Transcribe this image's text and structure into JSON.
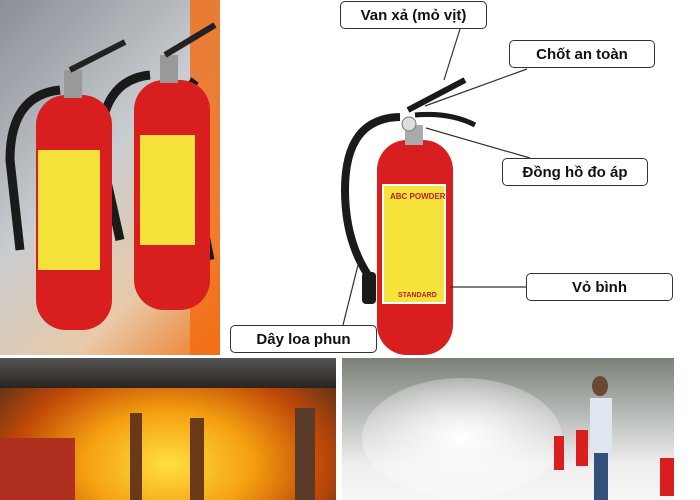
{
  "labels": {
    "valve": "Van xả (mỏ vịt)",
    "safety_pin": "Chốt an toàn",
    "pressure_gauge": "Đồng hồ đo áp",
    "body": "Vỏ bình",
    "hose": "Dây loa phun"
  },
  "extinguisher_label": {
    "title": "ABC POWDER",
    "footer": "STANDARD"
  },
  "colors": {
    "extinguisher_red": "#d81e1e",
    "label_yellow": "#f5e23a",
    "fire_orange": "#f08a10"
  }
}
